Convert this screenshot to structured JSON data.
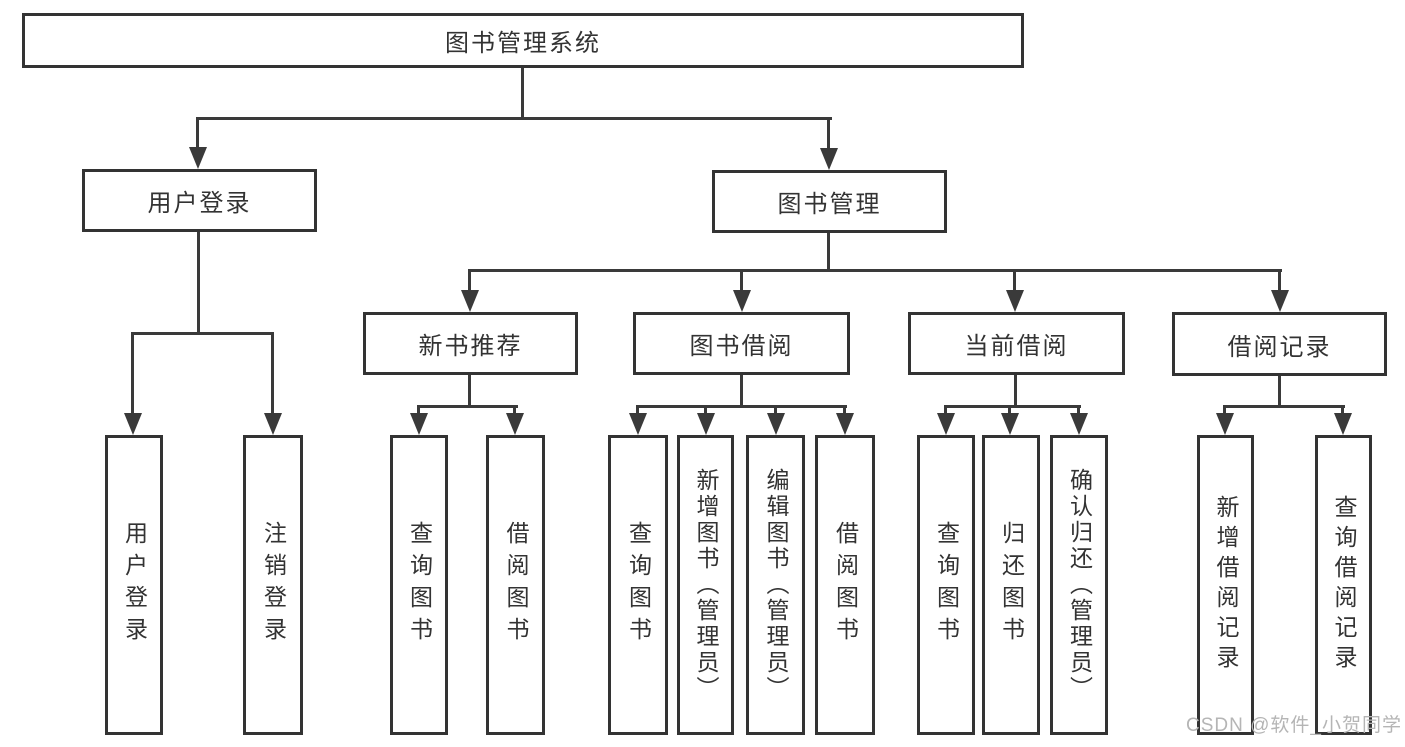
{
  "diagram": {
    "title_node": {
      "label": "图书管理系统"
    },
    "level2": {
      "user_login": {
        "label": "用户登录"
      },
      "book_management": {
        "label": "图书管理"
      }
    },
    "level3": {
      "new_book_recommend": {
        "label": "新书推荐"
      },
      "book_borrow": {
        "label": "图书借阅"
      },
      "current_borrow": {
        "label": "当前借阅"
      },
      "borrow_record": {
        "label": "借阅记录"
      }
    },
    "leaves": {
      "user_login_leaf": {
        "label": "用户登录"
      },
      "logout_leaf": {
        "label": "注销登录"
      },
      "query_book_recommend": {
        "label": "查询图书"
      },
      "borrow_book_recommend": {
        "label": "借阅图书"
      },
      "query_book_borrow": {
        "label": "查询图书"
      },
      "add_book_admin": {
        "label": "新增图书（管理员）"
      },
      "edit_book_admin": {
        "label": "编辑图书（管理员）"
      },
      "borrow_book_leaf": {
        "label": "借阅图书"
      },
      "query_book_current": {
        "label": "查询图书"
      },
      "return_book": {
        "label": "归还图书"
      },
      "confirm_return_admin": {
        "label": "确认归还（管理员）"
      },
      "add_borrow_record": {
        "label": "新增借阅记录"
      },
      "query_borrow_record": {
        "label": "查询借阅记录"
      }
    },
    "watermark": "CSDN @软件_小贺同学",
    "colors": {
      "line": "#3a3a3a",
      "border": "#333333",
      "text": "#333333",
      "watermark_text": "#b5b5b5",
      "background": "#ffffff"
    }
  }
}
